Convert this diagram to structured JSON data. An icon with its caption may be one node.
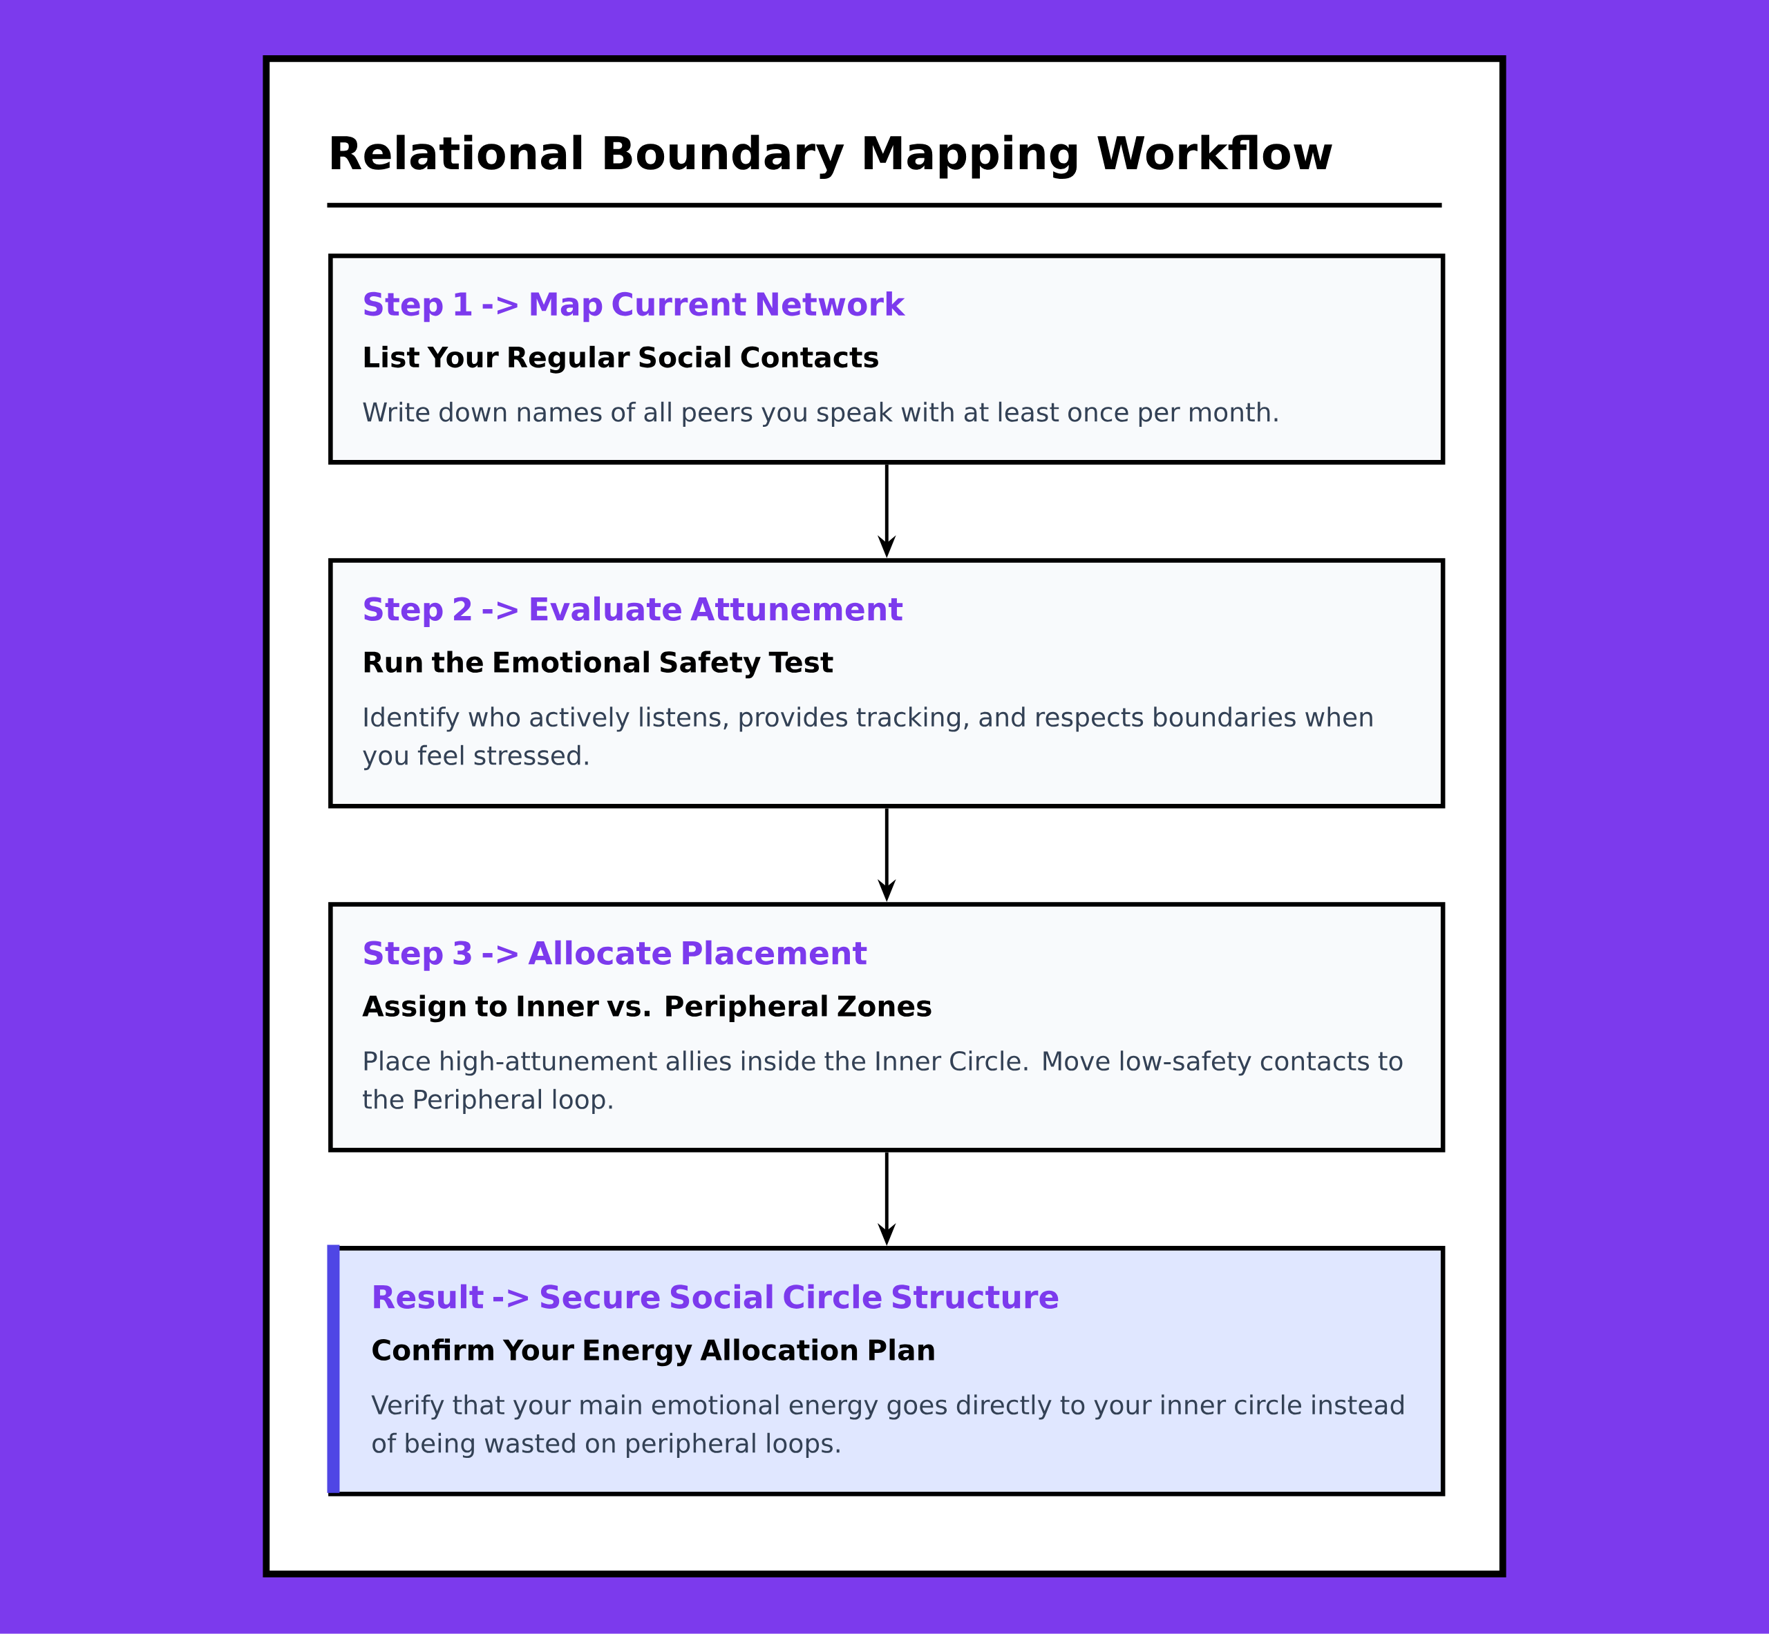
{
  "diagram": {
    "title": "Relational Boundary Mapping Workflow",
    "nodes": [
      {
        "text": [
          "Step 1 -> Map Current Network",
          "List Your Regular Social Contacts",
          "Write down names of all peers you speak with at least once per month."
        ]
      },
      {
        "text": [
          "Step 2 -> Evaluate Attunement",
          "Run the Emotional Safety Test",
          "Identify who actively listens, provides tracking, and respects boundaries when you feel stressed."
        ]
      },
      {
        "text": [
          "Step 3 -> Allocate Placement",
          "Assign to Inner vs. Peripheral Zones",
          "Place high-attunement allies inside the Inner Circle. Move low-safety contacts to the Peripheral loop."
        ]
      },
      {
        "text": [
          "Result -> Secure Social Circle Structure",
          "Confirm Your Energy Allocation Plan",
          "Verify that your main emotional energy goes directly to your inner circle instead of being wasted on peripheral loops."
        ]
      }
    ],
    "edges": [
      {
        "from": 0,
        "to": 1,
        "arrow": "to"
      },
      {
        "from": 1,
        "to": 2,
        "arrow": "to"
      },
      {
        "from": 2,
        "to": 3,
        "arrow": "to"
      }
    ]
  }
}
